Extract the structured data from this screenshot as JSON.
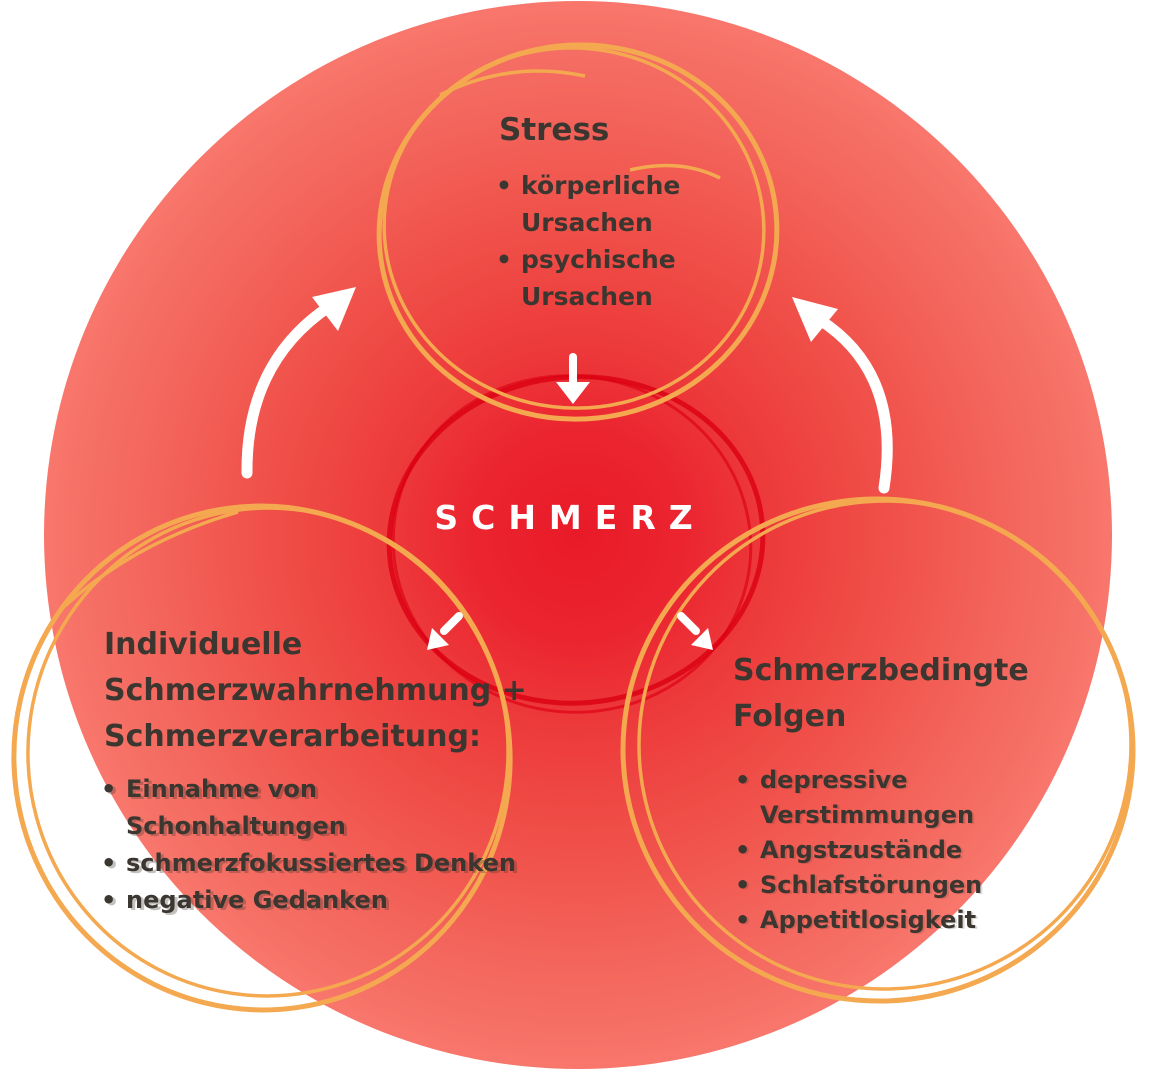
{
  "diagram": {
    "center_label": "SCHMERZ",
    "stress": {
      "title": "Stress",
      "bullets": [
        "körperliche Ursachen",
        "psychische Ursachen"
      ]
    },
    "perception": {
      "title_line1": "Individuelle",
      "title_line2": "Schmerzwahrnehmung +",
      "title_line3": "Schmerzverarbeitung:",
      "bullets": [
        "Einnahme von Schonhaltungen",
        "schmerzfokussiertes Denken",
        "negative Gedanken"
      ]
    },
    "consequences": {
      "title_line1": "Schmerzbedingte",
      "title_line2": "Folgen",
      "bullets": [
        "depressive Verstimmungen",
        "Angstzustände",
        "Schlafstörungen",
        "Appetitlosigkeit"
      ]
    },
    "colors": {
      "core_red": "#EA1A27",
      "edge_red": "#F8776C",
      "inner_ring_red": "#DB0013",
      "sketch_orange": "#F4A84F",
      "text_dark": "#3B362F",
      "text_light": "#FFFFFF"
    }
  }
}
